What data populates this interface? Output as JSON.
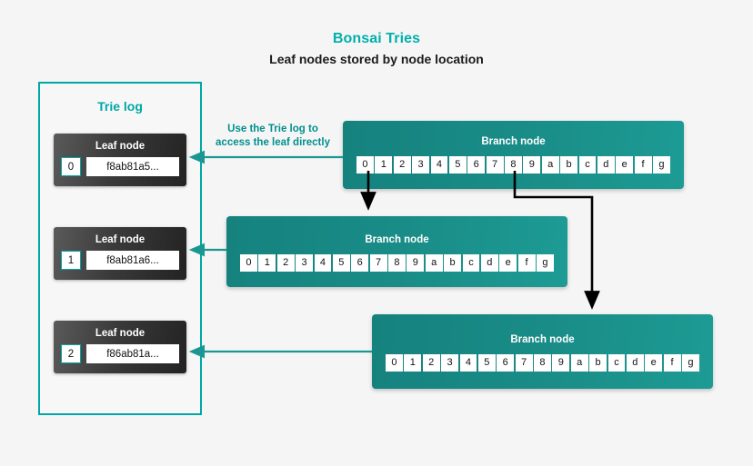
{
  "heading": {
    "title": "Bonsai Tries",
    "subtitle": "Leaf nodes stored by node location"
  },
  "trie_log": {
    "title": "Trie log",
    "leaf_nodes": [
      {
        "label": "Leaf node",
        "index": "0",
        "hash": "f8ab81a5..."
      },
      {
        "label": "Leaf node",
        "index": "1",
        "hash": "f8ab81a6..."
      },
      {
        "label": "Leaf node",
        "index": "2",
        "hash": "f86ab81a..."
      }
    ]
  },
  "annotation": {
    "line1": "Use the Trie log to",
    "line2": "access the leaf directly"
  },
  "branch_nodes": [
    {
      "label": "Branch node",
      "cells": [
        "0",
        "1",
        "2",
        "3",
        "4",
        "5",
        "6",
        "7",
        "8",
        "9",
        "a",
        "b",
        "c",
        "d",
        "e",
        "f",
        "g"
      ]
    },
    {
      "label": "Branch node",
      "cells": [
        "0",
        "1",
        "2",
        "3",
        "4",
        "5",
        "6",
        "7",
        "8",
        "9",
        "a",
        "b",
        "c",
        "d",
        "e",
        "f",
        "g"
      ]
    },
    {
      "label": "Branch node",
      "cells": [
        "0",
        "1",
        "2",
        "3",
        "4",
        "5",
        "6",
        "7",
        "8",
        "9",
        "a",
        "b",
        "c",
        "d",
        "e",
        "f",
        "g"
      ]
    }
  ],
  "colors": {
    "accent_teal": "#00a7a7",
    "title_teal": "#00b0ad",
    "branch_teal": "#17877f",
    "leaf_dark": "#333333",
    "background": "#f5f5f5",
    "arrow_black": "#000000"
  }
}
